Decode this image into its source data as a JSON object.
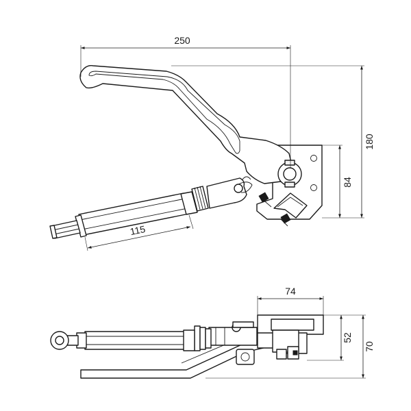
{
  "dimensions": {
    "overall_length": "250",
    "overall_height": "180",
    "pivot_height": "84",
    "rod_length": "115",
    "plate_width": "74",
    "plate_height": "52",
    "overall_depth": "70"
  }
}
